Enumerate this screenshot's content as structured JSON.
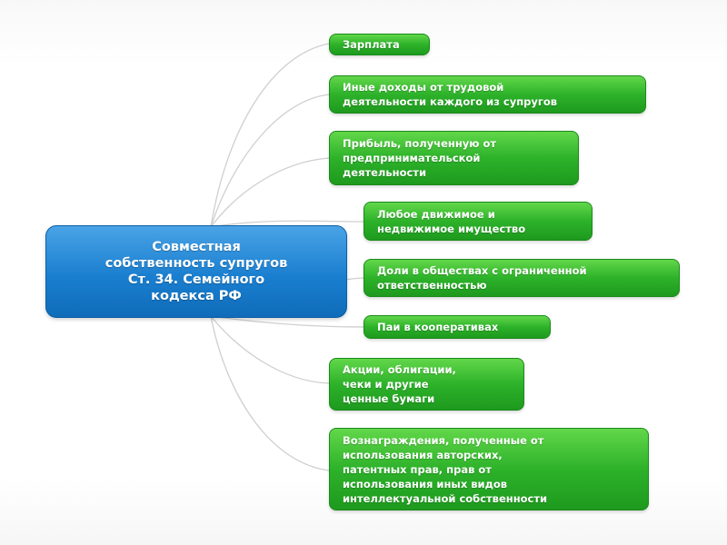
{
  "central": {
    "text": "Совместная\nсобственность супругов\nСт. 34. Семейного\nкодекса РФ"
  },
  "branches": [
    {
      "text": "Зарплата"
    },
    {
      "text": "Иные доходы от трудовой\nдеятельности каждого из супругов"
    },
    {
      "text": "Прибыль, полученную от\nпредпринимательской\nдеятельности"
    },
    {
      "text": "Любое движимое и\nнедвижимое имущество"
    },
    {
      "text": "Доли в обществах с ограниченной\nответственностью"
    },
    {
      "text": "Паи в кооперативах"
    },
    {
      "text": "Акции, облигации,\nчеки и другие\nценные бумаги"
    },
    {
      "text": "Вознаграждения, полученные от\nиспользования авторских,\nпатентных прав, прав от\nиспользования иных видов\nинтеллектуальной собственности"
    }
  ],
  "colors": {
    "central": "#1a7fd0",
    "branch": "#2db22a",
    "connector": "#cfcfcf"
  }
}
